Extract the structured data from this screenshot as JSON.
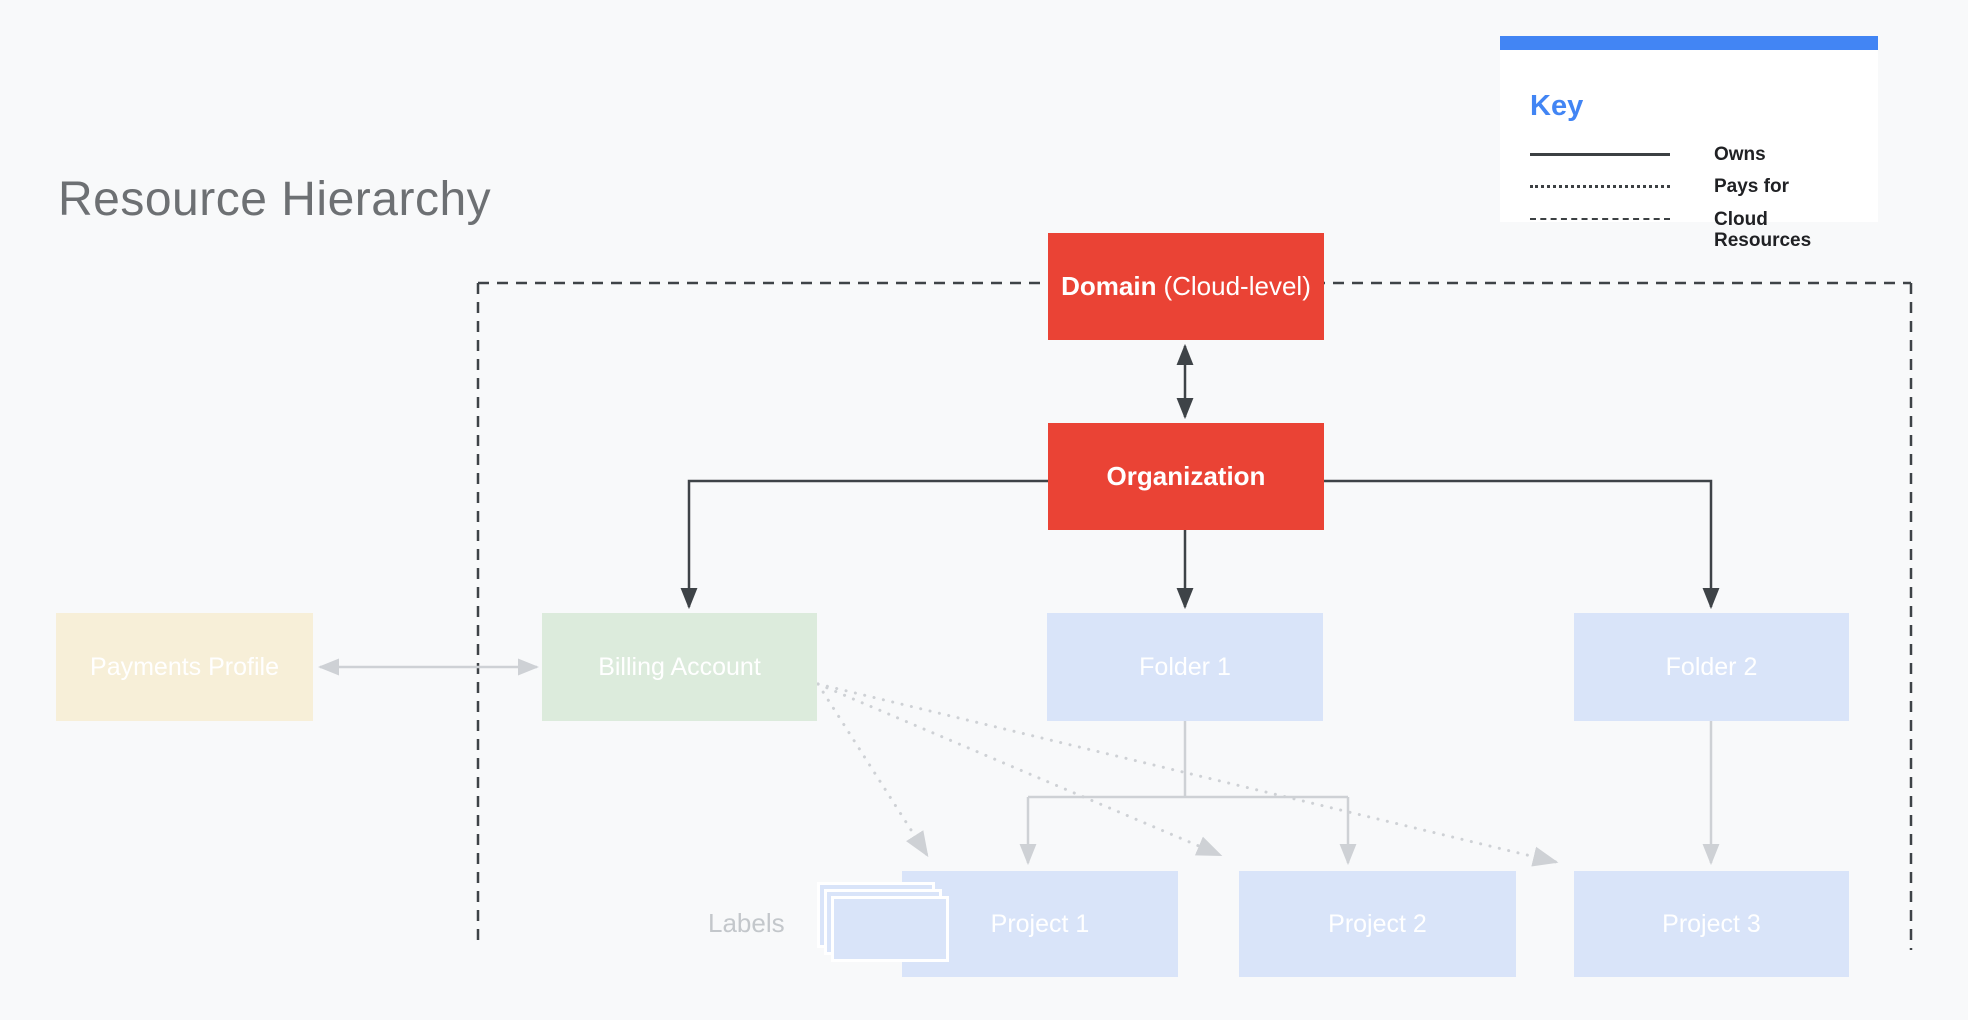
{
  "page": {
    "title": "Resource Hierarchy"
  },
  "key": {
    "title": "Key",
    "items": [
      {
        "style": "solid",
        "label": "Owns"
      },
      {
        "style": "dotted",
        "label": "Pays for"
      },
      {
        "style": "dashed",
        "label": "Cloud Resources"
      }
    ]
  },
  "nodes": {
    "domain": {
      "label_bold": "Domain",
      "label_rest": "(Cloud-level)"
    },
    "organization": {
      "label": "Organization"
    },
    "payments_profile": {
      "label": "Payments Profile"
    },
    "billing_account": {
      "label": "Billing Account"
    },
    "folder1": {
      "label": "Folder 1"
    },
    "folder2": {
      "label": "Folder 2"
    },
    "project1": {
      "label": "Project 1"
    },
    "project2": {
      "label": "Project 2"
    },
    "project3": {
      "label": "Project 3"
    }
  },
  "labels_caption": "Labels",
  "colors": {
    "background": "#F8F9FA",
    "node_red": "#EA4335",
    "node_green": "#DCEBDC",
    "node_cream": "#F7EFD8",
    "node_blue": "#D9E4F9",
    "accent_blue": "#4285F4",
    "dark_line": "#3C4043",
    "gray_line": "#D0D3D7",
    "node_text": "#FFFFFF",
    "title_text": "#6D7073",
    "key_text": "#202124"
  }
}
